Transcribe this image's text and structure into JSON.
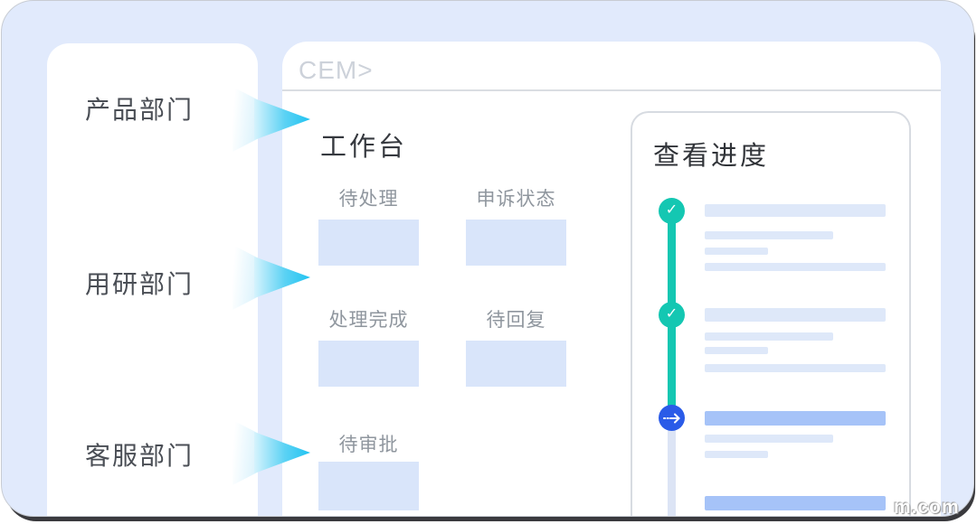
{
  "sidebar": {
    "departments": [
      "产品部门",
      "用研部门",
      "客服部门"
    ]
  },
  "main": {
    "breadcrumb": "CEM>",
    "title": "工作台",
    "stats": [
      {
        "label": "待处理"
      },
      {
        "label": "申诉状态"
      },
      {
        "label": "处理完成"
      },
      {
        "label": "待回复"
      },
      {
        "label": "待审批"
      }
    ]
  },
  "progress": {
    "title": "查看进度",
    "steps": [
      {
        "icon": "check-icon",
        "status": "done"
      },
      {
        "icon": "check-icon",
        "status": "done"
      },
      {
        "icon": "arrow-right-icon",
        "status": "current"
      }
    ]
  },
  "frame": {
    "watermark": "m.com"
  },
  "colors": {
    "frame_background": "#e1eafc",
    "accent_cyan": "#21c3f1",
    "teal_done": "#14c7b2",
    "blue_current": "#2a5be8",
    "placeholder_block": "#d9e5fa",
    "bar_light": "#dee8f9",
    "bar_strong": "#a6c3f8"
  }
}
